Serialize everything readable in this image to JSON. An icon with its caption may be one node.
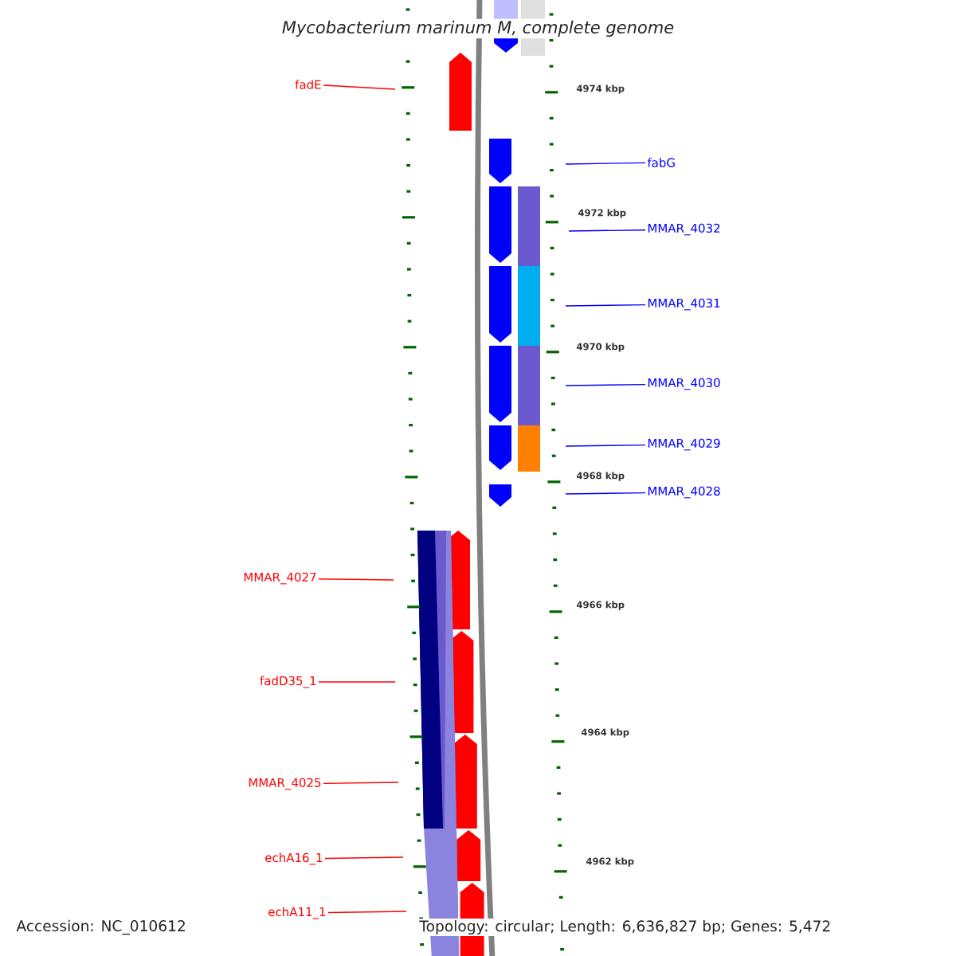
{
  "diagram": {
    "title": "Mycobacterium marinum M, complete genome",
    "nodes": [
      {
        "text": [
          "fadE"
        ]
      },
      {
        "text": [
          "fabG"
        ]
      },
      {
        "text": [
          "MMAR_4032"
        ]
      },
      {
        "text": [
          "MMAR_4031"
        ]
      },
      {
        "text": [
          "MMAR_4030"
        ]
      },
      {
        "text": [
          "MMAR_4029"
        ]
      },
      {
        "text": [
          "MMAR_4028"
        ]
      },
      {
        "text": [
          "MMAR_4027"
        ]
      },
      {
        "text": [
          "fadD35_1"
        ]
      },
      {
        "text": [
          "MMAR_4025"
        ]
      },
      {
        "text": [
          "echA16_1"
        ]
      },
      {
        "text": [
          "echA11_1"
        ]
      }
    ],
    "edges": [
      {
        "from": 0,
        "to": null,
        "arrow": "none",
        "color": "#ff0000"
      },
      {
        "from": 1,
        "to": null,
        "arrow": "none",
        "color": "#0000ff"
      },
      {
        "from": 2,
        "to": null,
        "arrow": "none",
        "color": "#0000ff"
      },
      {
        "from": 3,
        "to": null,
        "arrow": "none",
        "color": "#0000ff"
      },
      {
        "from": 4,
        "to": null,
        "arrow": "none",
        "color": "#0000ff"
      },
      {
        "from": 5,
        "to": null,
        "arrow": "none",
        "color": "#0000ff"
      },
      {
        "from": 6,
        "to": null,
        "arrow": "none",
        "color": "#0000ff"
      },
      {
        "from": 7,
        "to": null,
        "arrow": "none",
        "color": "#ff0000"
      },
      {
        "from": 8,
        "to": null,
        "arrow": "none",
        "color": "#ff0000"
      },
      {
        "from": 9,
        "to": null,
        "arrow": "none",
        "color": "#ff0000"
      },
      {
        "from": 10,
        "to": null,
        "arrow": "none",
        "color": "#ff0000"
      },
      {
        "from": 11,
        "to": null,
        "arrow": "none",
        "color": "#ff0000"
      }
    ],
    "labels": [
      "4974 kbp",
      "4972 kbp",
      "4970 kbp",
      "4968 kbp",
      "4966 kbp",
      "4964 kbp",
      "4962 kbp",
      "Accession: NC_010612",
      "Topology: circular; Length: 6,636,827 bp; Genes: 5,472"
    ]
  }
}
